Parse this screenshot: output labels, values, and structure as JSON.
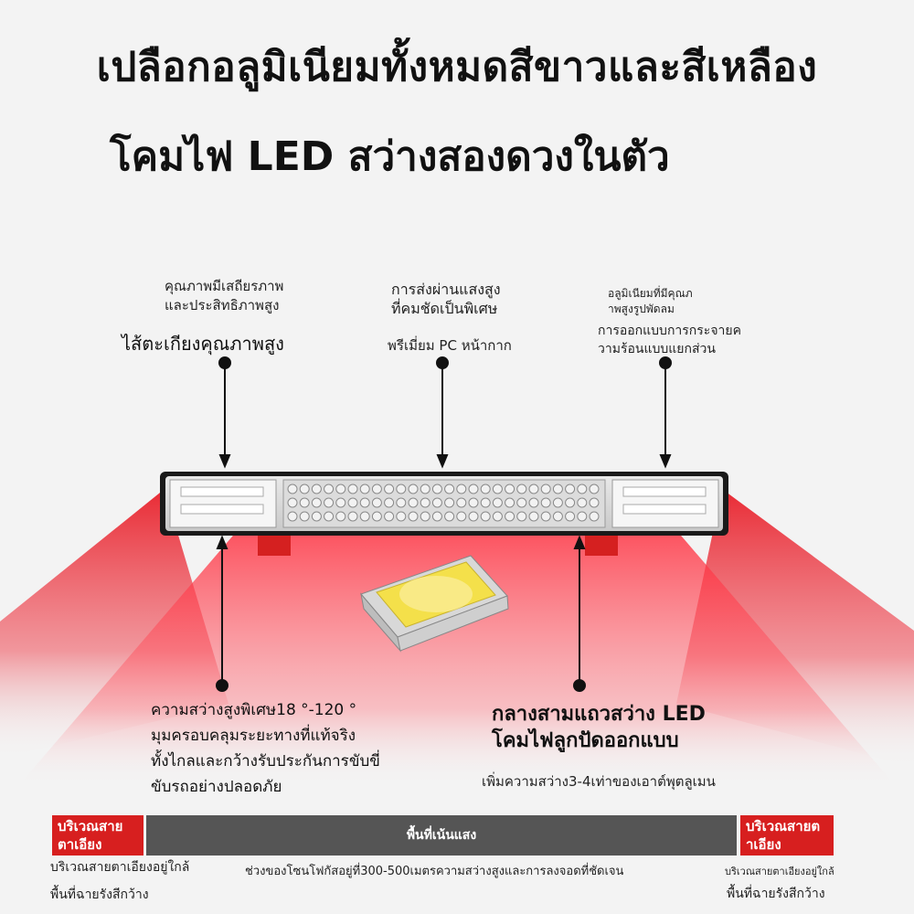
{
  "headline": {
    "line1": "เปลือกอลูมิเนียมทั้งหมดสีขาวและสีเหลือง",
    "line2": "โคมไฟ LED สว่างสองดวงในตัว"
  },
  "callouts": {
    "left_top": {
      "sub1": "คุณภาพมีเสถียรภาพ",
      "sub2": "และประสิทธิภาพสูง",
      "main": "ไส้ตะเกียงคุณภาพสูง"
    },
    "center_top": {
      "sub1": "การส่งผ่านแสงสูง",
      "sub2": "ที่คมชัดเป็นพิเศษ",
      "main": "พรีเมี่ยม PC หน้ากาก"
    },
    "right_top": {
      "sub1": "อลูมิเนียมที่มีคุณภ",
      "sub2": "าพสูงรูปพัดลม",
      "main1": "การออกแบบการกระจายค",
      "main2": "วามร้อนแบบแยกส่วน"
    },
    "left_bottom": {
      "line1": "ความสว่างสูงพิเศษ18 °-120 °",
      "line2": "มุมครอบคลุมระยะทางที่แท้จริง",
      "line3": "ทั้งไกลและกว้างรับประกันการขับขี่",
      "line4": "ขับรถอย่างปลอดภัย"
    },
    "right_bottom": {
      "line1": "กลางสามแถวสว่าง LED",
      "line2": "โคมไฟลูกปัดออกแบบ",
      "line3": "เพิ่มความสว่าง3-4เท่าของเอาต์พุตลูเมน"
    }
  },
  "zones": {
    "left_label": "บริเวณสาย ตาเอียง",
    "center_label": "พื้นที่เน้นแสง",
    "right_label": "บริเวณสายต าเอียง",
    "left_desc1": "บริเวณสายตาเอียงอยู่ใกล้",
    "left_desc2": "พื้นที่ฉายรังสีกว้าง",
    "center_desc": "ช่วงของโซนโฟกัสอยู่ที่300-500เมตรความสว่างสูงและการลงจอดที่ชัดเจน",
    "right_desc1": "บริเวณสายตาเอียงอยู่ใกล้",
    "right_desc2": "พื้นที่ฉายรังสีกว้าง"
  },
  "colors": {
    "accent_red": "#d71f1f",
    "zone_grey": "#555555",
    "led_yellow": "#f4e04a"
  }
}
